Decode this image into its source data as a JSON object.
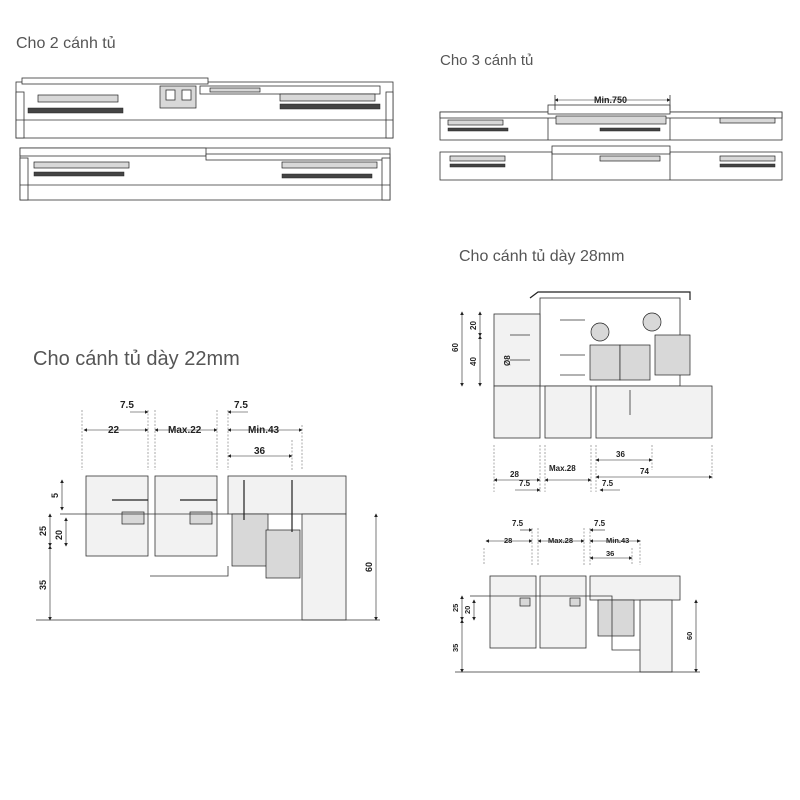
{
  "headings": {
    "two_doors": "Cho 2 cánh tủ",
    "three_doors": "Cho 3 cánh tủ",
    "door_28mm": "Cho cánh tủ dày 28mm",
    "door_22mm": "Cho cánh tủ dày 22mm"
  },
  "three_doors_dims": {
    "min_overlap": "Min.750"
  },
  "door_28mm_top": {
    "left_vertical": "60",
    "v_20": "20",
    "v_40": "40",
    "v_58": "Ø8",
    "w_28": "28",
    "max_28": "Max.28",
    "w_36": "36",
    "w_74": "74",
    "off_7_5_a": "7.5",
    "off_7_5_b": "7.5"
  },
  "door_28mm_bottom": {
    "off_7_5_a": "7.5",
    "off_7_5_b": "7.5",
    "w_28": "28",
    "max_28": "Max.28",
    "min_43": "Min.43",
    "w_36": "36",
    "v_25": "25",
    "v_20": "20",
    "v_35": "35",
    "v_60": "60"
  },
  "door_22mm": {
    "off_7_5_a": "7.5",
    "off_7_5_b": "7.5",
    "w_22": "22",
    "max_22": "Max.22",
    "min_43": "Min.43",
    "w_36": "36",
    "v_5": "5",
    "v_25": "25",
    "v_20": "20",
    "v_35": "35",
    "v_60": "60"
  }
}
